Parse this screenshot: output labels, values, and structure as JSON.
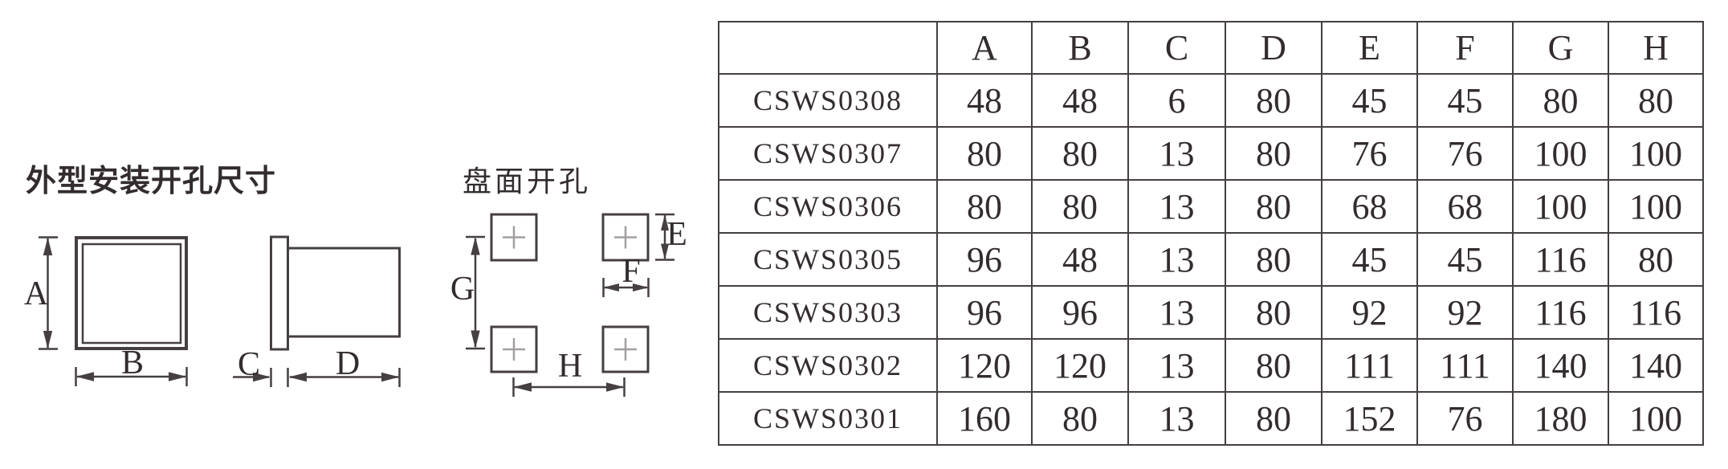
{
  "theme": {
    "background": "#ffffff",
    "ink": "#332c2e",
    "line": "#453f41",
    "cross": "#a39fa0"
  },
  "outline_section": {
    "title": "外型安装开孔尺寸",
    "labels": {
      "height": "A",
      "width": "B",
      "bezel": "C",
      "depth": "D"
    }
  },
  "cutout_section": {
    "title": "盘面开孔",
    "labels": {
      "hole_height": "E",
      "hole_width": "F",
      "row_pitch": "G",
      "col_pitch": "H"
    }
  },
  "table": {
    "model_header": "",
    "columns": [
      "A",
      "B",
      "C",
      "D",
      "E",
      "F",
      "G",
      "H"
    ],
    "rows": [
      {
        "model": "CSWS0308",
        "values": [
          "48",
          "48",
          "6",
          "80",
          "45",
          "45",
          "80",
          "80"
        ]
      },
      {
        "model": "CSWS0307",
        "values": [
          "80",
          "80",
          "13",
          "80",
          "76",
          "76",
          "100",
          "100"
        ]
      },
      {
        "model": "CSWS0306",
        "values": [
          "80",
          "80",
          "13",
          "80",
          "68",
          "68",
          "100",
          "100"
        ]
      },
      {
        "model": "CSWS0305",
        "values": [
          "96",
          "48",
          "13",
          "80",
          "45",
          "45",
          "116",
          "80"
        ]
      },
      {
        "model": "CSWS0303",
        "values": [
          "96",
          "96",
          "13",
          "80",
          "92",
          "92",
          "116",
          "116"
        ]
      },
      {
        "model": "CSWS0302",
        "values": [
          "120",
          "120",
          "13",
          "80",
          "111",
          "111",
          "140",
          "140"
        ]
      },
      {
        "model": "CSWS0301",
        "values": [
          "160",
          "80",
          "13",
          "80",
          "152",
          "76",
          "180",
          "100"
        ]
      }
    ]
  }
}
